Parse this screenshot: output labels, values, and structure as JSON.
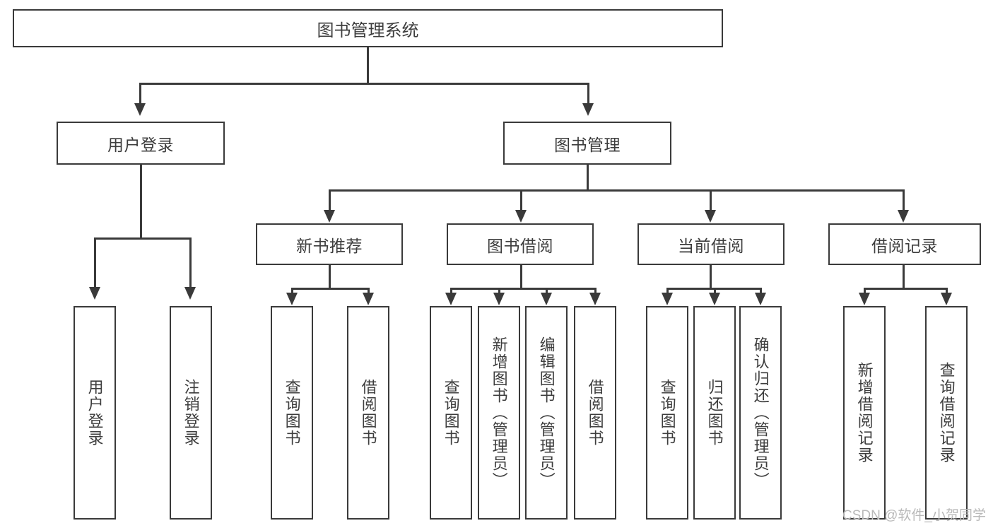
{
  "diagram": {
    "type": "tree-hierarchy",
    "title": "图书管理系统",
    "root": {
      "id": "root",
      "label": "图书管理系统"
    },
    "level2": [
      {
        "id": "user-login",
        "label": "用户登录"
      },
      {
        "id": "book-management",
        "label": "图书管理"
      }
    ],
    "level3": [
      {
        "id": "new-book-recommend",
        "label": "新书推荐",
        "parent": "book-management"
      },
      {
        "id": "book-borrow",
        "label": "图书借阅",
        "parent": "book-management"
      },
      {
        "id": "current-borrow",
        "label": "当前借阅",
        "parent": "book-management"
      },
      {
        "id": "borrow-record",
        "label": "借阅记录",
        "parent": "book-management"
      }
    ],
    "leaves": [
      {
        "id": "leaf-user-login",
        "label": "用户登录",
        "parent": "user-login"
      },
      {
        "id": "leaf-logout-login",
        "label": "注销登录",
        "parent": "user-login"
      },
      {
        "id": "leaf-query-book-1",
        "label": "查询图书",
        "parent": "new-book-recommend"
      },
      {
        "id": "leaf-borrow-book-1",
        "label": "借阅图书",
        "parent": "new-book-recommend"
      },
      {
        "id": "leaf-query-book-2",
        "label": "查询图书",
        "parent": "book-borrow"
      },
      {
        "id": "leaf-add-book",
        "label": "新增图书（管理员）",
        "parent": "book-borrow"
      },
      {
        "id": "leaf-edit-book",
        "label": "编辑图书（管理员）",
        "parent": "book-borrow"
      },
      {
        "id": "leaf-borrow-book-2",
        "label": "借阅图书",
        "parent": "book-borrow"
      },
      {
        "id": "leaf-query-book-3",
        "label": "查询图书",
        "parent": "current-borrow"
      },
      {
        "id": "leaf-return-book",
        "label": "归还图书",
        "parent": "current-borrow"
      },
      {
        "id": "leaf-confirm-return",
        "label": "确认归还（管理员）",
        "parent": "current-borrow"
      },
      {
        "id": "leaf-add-record",
        "label": "新增借阅记录",
        "parent": "borrow-record"
      },
      {
        "id": "leaf-query-record",
        "label": "查询借阅记录",
        "parent": "borrow-record"
      }
    ],
    "watermark": "CSDN @软件_小贺同学",
    "colors": {
      "stroke": "#3a3a3a",
      "text": "#3d3d3d",
      "background": "#ffffff",
      "watermark": "#b9b9b9"
    }
  }
}
